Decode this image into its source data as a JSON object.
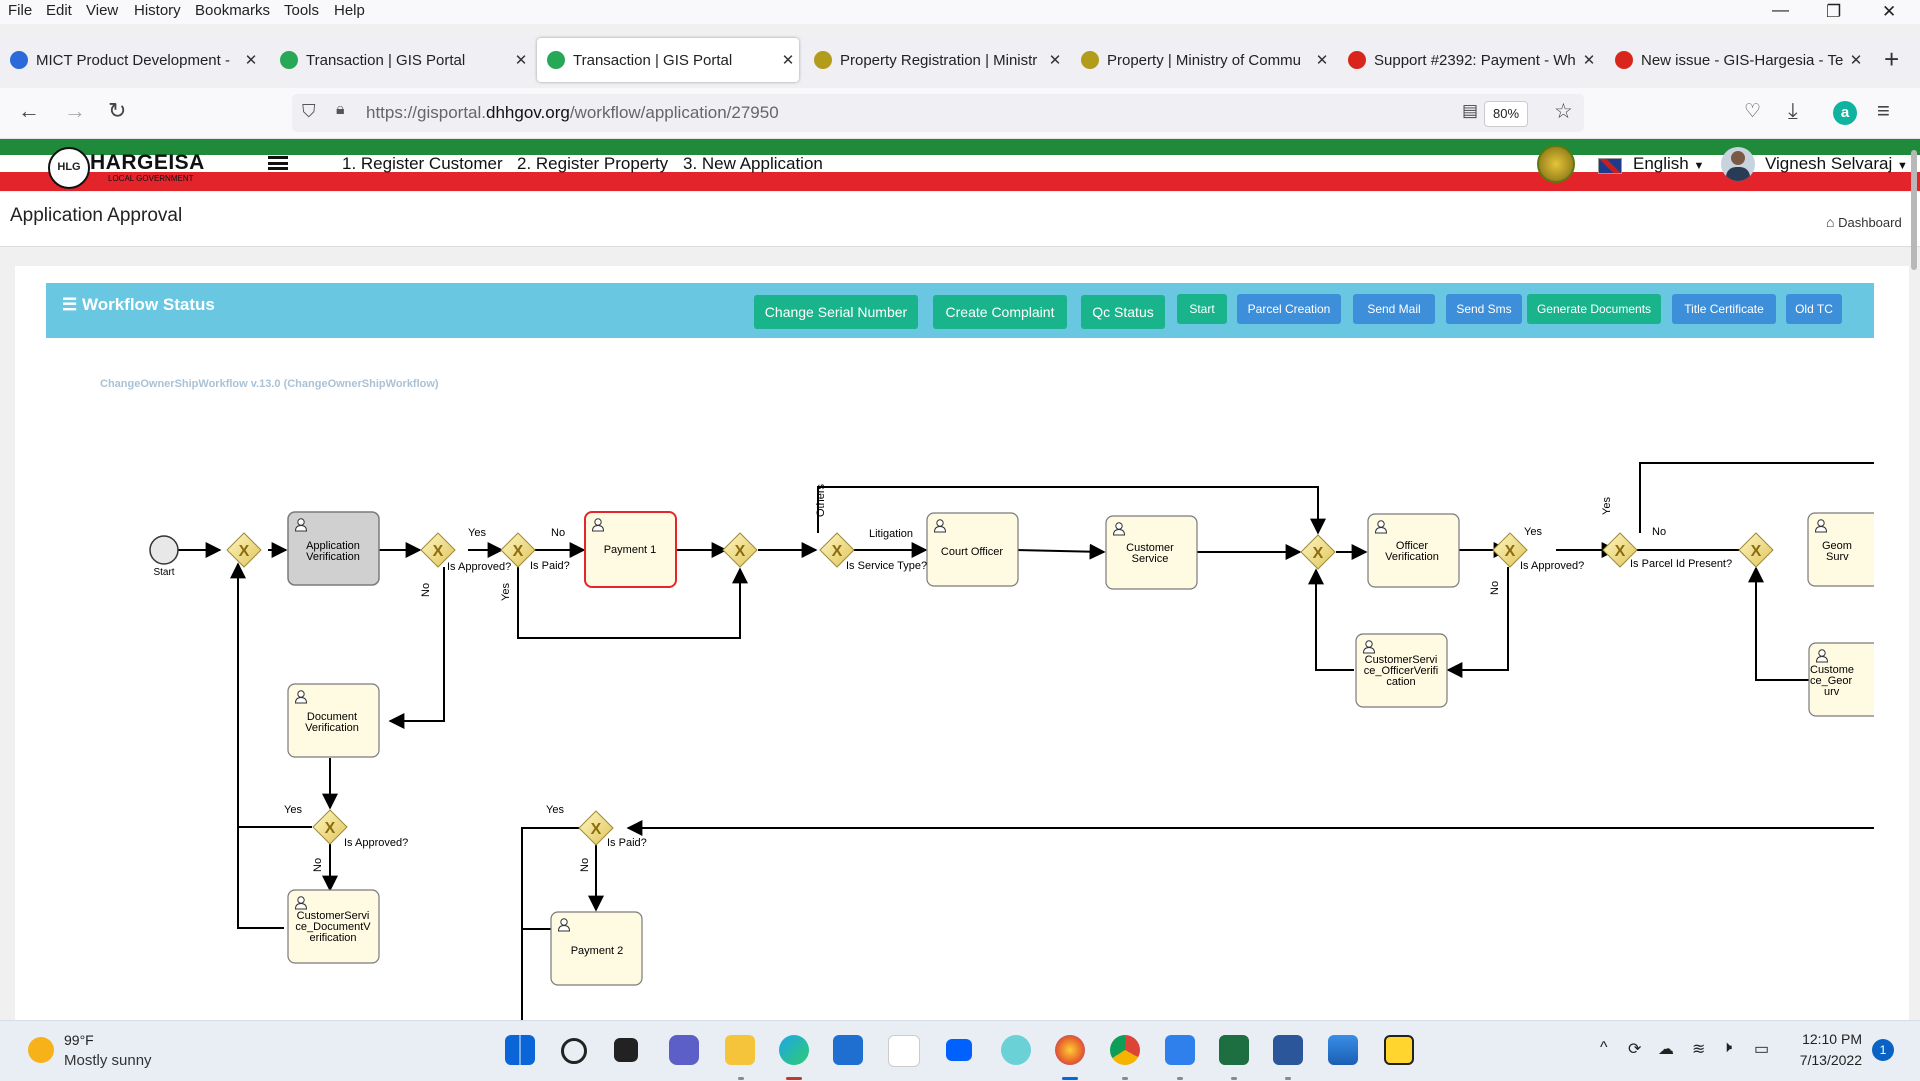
{
  "browser": {
    "menu": [
      "File",
      "Edit",
      "View",
      "History",
      "Bookmarks",
      "Tools",
      "Help"
    ],
    "tabs": [
      {
        "title": "MICT Product Development -",
        "favicon_color": "#2a6ad9"
      },
      {
        "title": "Transaction | GIS Portal",
        "favicon_color": "#27a857"
      },
      {
        "title": "Transaction | GIS Portal",
        "favicon_color": "#27a857"
      },
      {
        "title": "Property Registration | Ministr",
        "favicon_color": "#b39b1c"
      },
      {
        "title": "Property | Ministry of Commu",
        "favicon_color": "#b39b1c"
      },
      {
        "title": "Support #2392: Payment - Wh",
        "favicon_color": "#d9261c"
      },
      {
        "title": "New issue - GIS-Hargesia - Te",
        "favicon_color": "#d9261c"
      }
    ],
    "url_prefix": "https://gisportal.",
    "url_domain": "dhhgov.org",
    "url_path": "/workflow/application/27950",
    "zoom": "80%"
  },
  "app": {
    "logo_mark": "HLG",
    "logo_text": "HARGEISA",
    "logo_sub": "LOCAL GOVERNMENT",
    "nav": [
      "1. Register Customer",
      "2. Register Property",
      "3. New Application"
    ],
    "language": "English",
    "user": "Vignesh Selvaraj"
  },
  "page": {
    "title": "Application Approval",
    "breadcrumb": "Dashboard"
  },
  "workflow": {
    "title": "Workflow Status",
    "buttons": [
      {
        "label": "Change Serial Number",
        "style": "green"
      },
      {
        "label": "Create Complaint",
        "style": "green"
      },
      {
        "label": "Qc Status",
        "style": "green"
      },
      {
        "label": "Start",
        "style": "green"
      },
      {
        "label": "Parcel Creation",
        "style": "blue"
      },
      {
        "label": "Send Mail",
        "style": "blue"
      },
      {
        "label": "Send Sms",
        "style": "blue"
      },
      {
        "label": "Generate Documents",
        "style": "green"
      },
      {
        "label": "Title Certificate",
        "style": "blue"
      },
      {
        "label": "Old TC",
        "style": "blue"
      }
    ],
    "diagram": {
      "caption": "ChangeOwnerShipWorkflow v.13.0 (ChangeOwnerShipWorkflow)",
      "start_label": "Start",
      "tasks": {
        "app_verification": [
          "Application",
          "Verification"
        ],
        "payment1": [
          "Payment 1"
        ],
        "court_officer": [
          "Court Officer"
        ],
        "customer_service": [
          "Customer",
          "Service"
        ],
        "officer_verification": [
          "Officer",
          "Verification"
        ],
        "geom_survey": [
          "Geom",
          "Surv"
        ],
        "cs_officer_verification": [
          "CustomerServi",
          "ce_OfficerVerifi",
          "cation"
        ],
        "cs_geom_survey": [
          "Custome",
          "ce_Geor",
          "urv"
        ],
        "document_verification": [
          "Document",
          "Verification"
        ],
        "cs_document_verification": [
          "CustomerServi",
          "ce_DocumentV",
          "erification"
        ],
        "payment2": [
          "Payment 2"
        ]
      },
      "gateway_labels": {
        "is_approved_1": "Is Approved?",
        "is_paid_1": "Is Paid?",
        "is_service_type": "Is Service Type?",
        "is_approved_2": "Is Approved?",
        "is_parcel_id_present": "Is Parcel Id Present?",
        "is_approved_3": "Is Approved?",
        "is_paid_2": "Is Paid?"
      },
      "flow_labels": {
        "yes": "Yes",
        "no": "No",
        "others": "Others",
        "litigation": "Litigation"
      }
    }
  },
  "taskbar": {
    "weather_temp": "99°F",
    "weather_desc": "Mostly sunny",
    "time": "12:10 PM",
    "date": "7/13/2022",
    "notifications": "1"
  }
}
